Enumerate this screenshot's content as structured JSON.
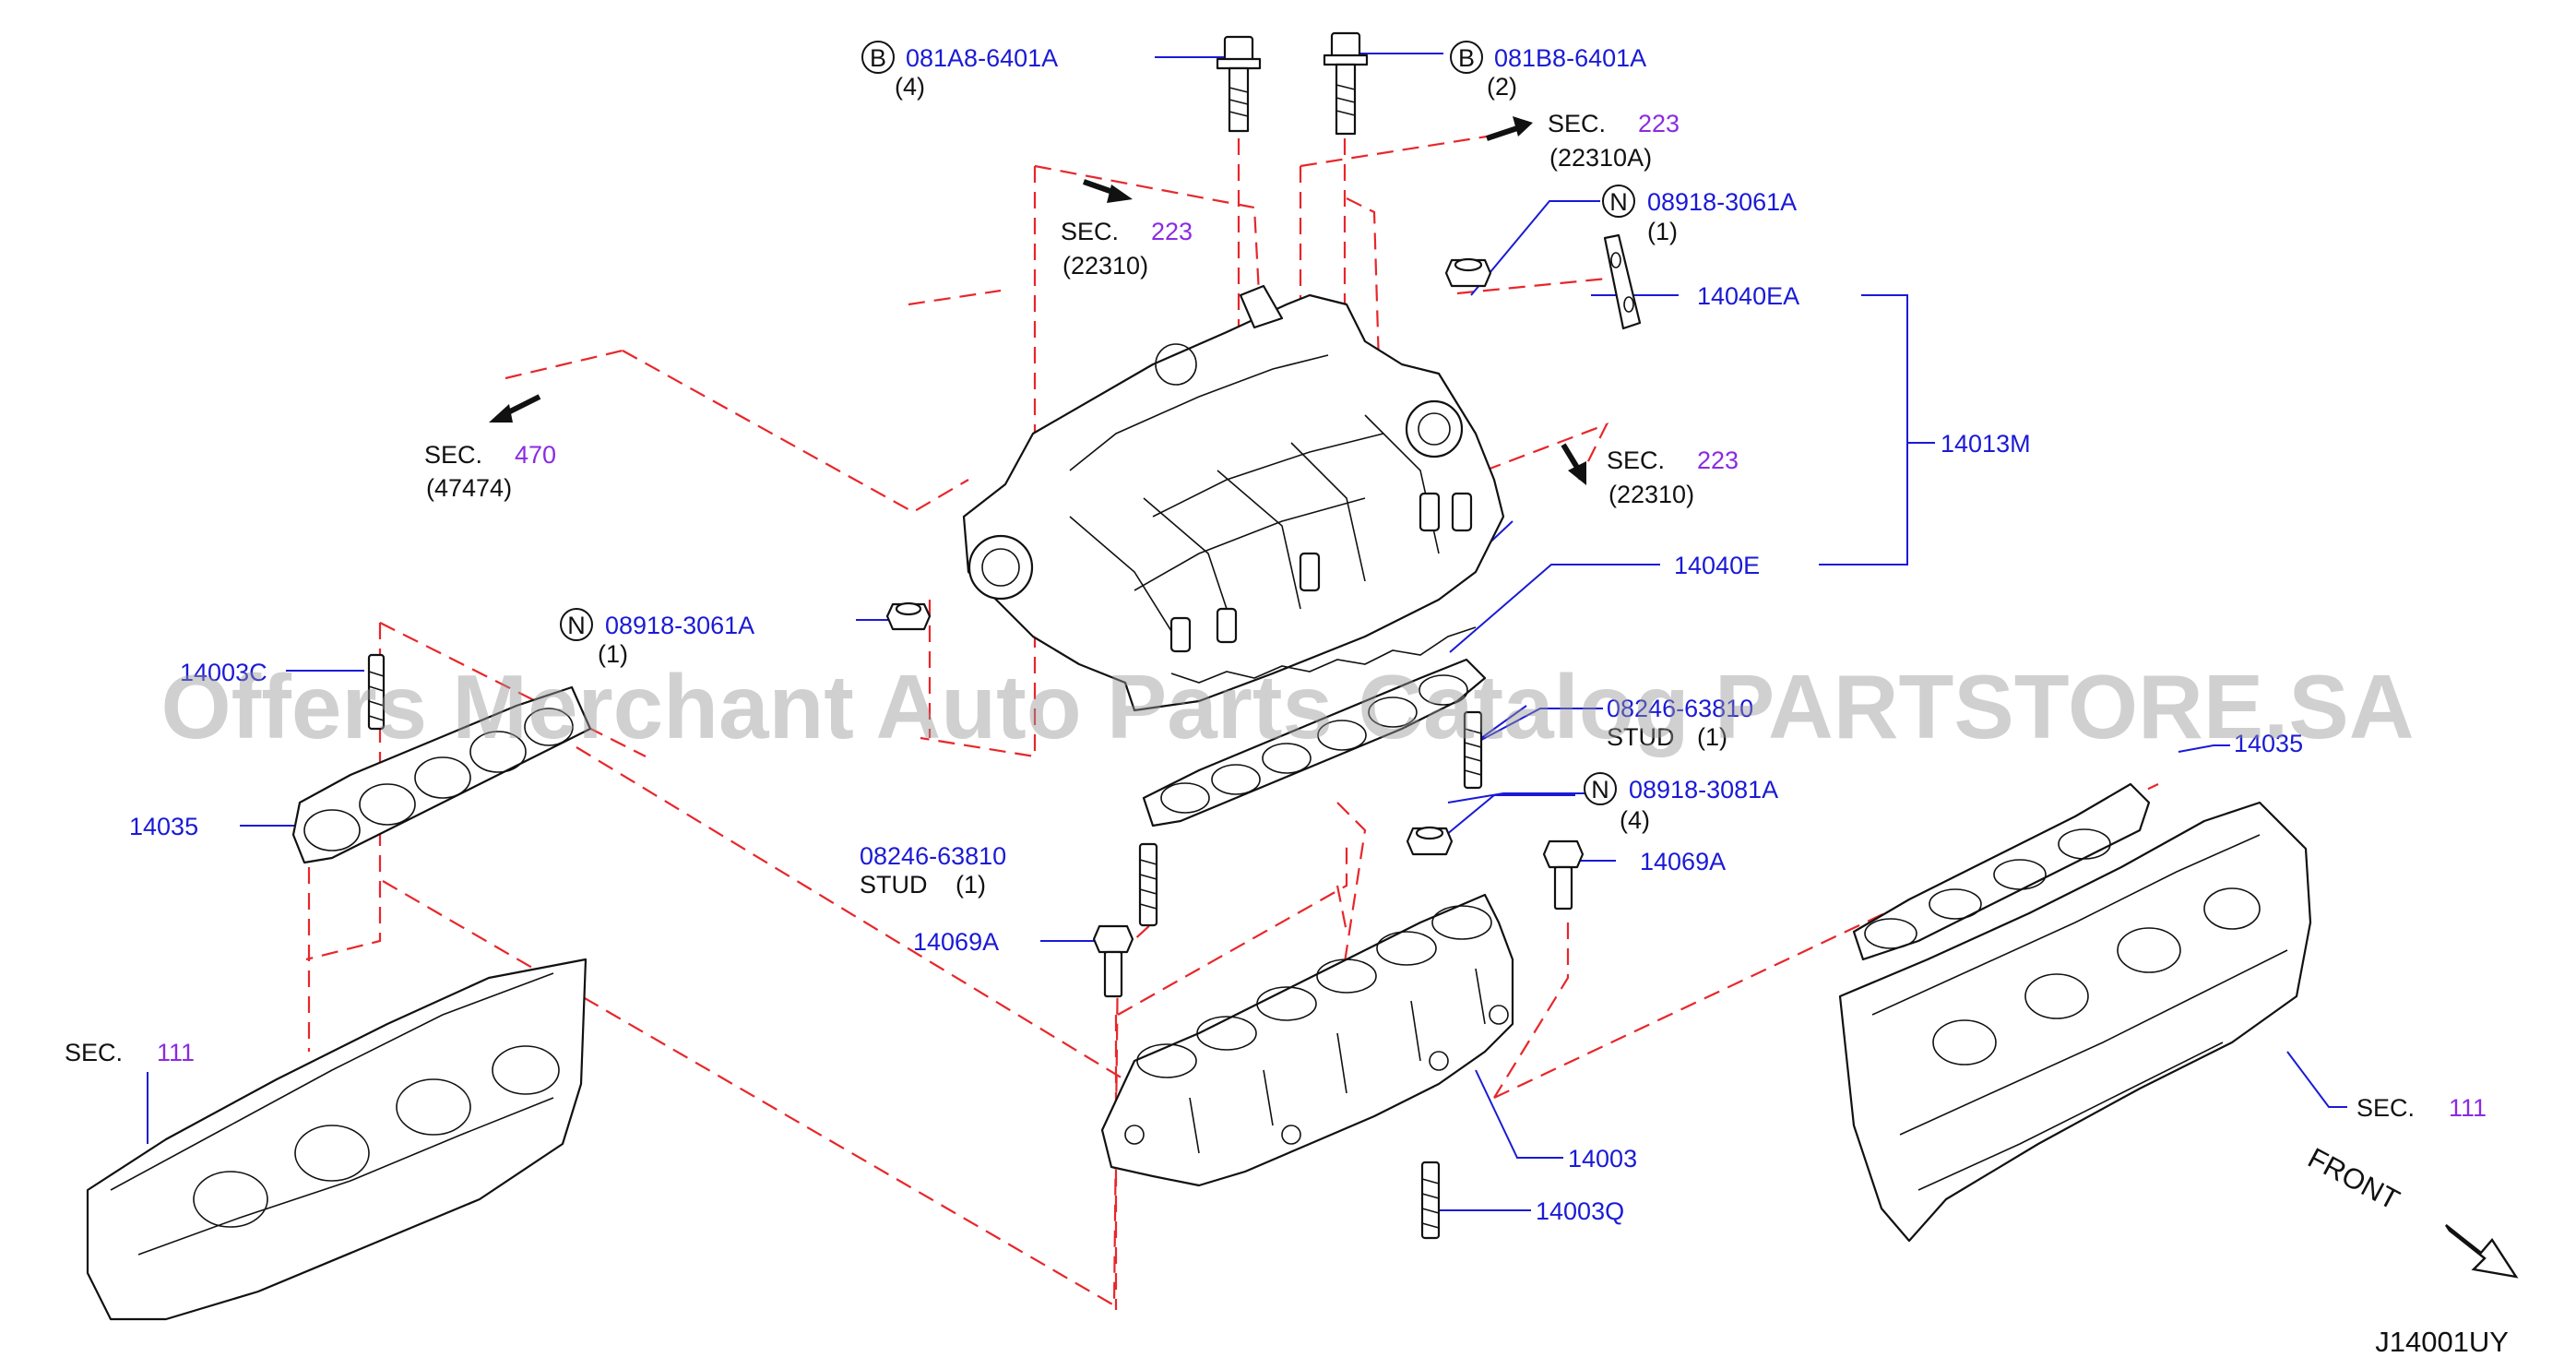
{
  "diagram": {
    "code": "J14001UY",
    "watermark": "Offers Merchant Auto Parts Catalog PARTSTORE.SA",
    "front_label": "FRONT"
  },
  "labels": {
    "bolt_b1": {
      "badge": "B",
      "part": "081A8-6401A",
      "qty": "(4)"
    },
    "bolt_b2": {
      "badge": "B",
      "part": "081B8-6401A",
      "qty": "(2)"
    },
    "sec_223_top": {
      "sec": "SEC.",
      "num": "223",
      "ref": "(22310A)"
    },
    "sec_223_mid": {
      "sec": "SEC.",
      "num": "223",
      "ref": "(22310)"
    },
    "sec_223_right": {
      "sec": "SEC.",
      "num": "223",
      "ref": "(22310)"
    },
    "sec_470": {
      "sec": "SEC.",
      "num": "470",
      "ref": "(47474)"
    },
    "nut_n1": {
      "badge": "N",
      "part": "08918-3061A",
      "qty": "(1)"
    },
    "nut_n2": {
      "badge": "N",
      "part": "08918-3061A",
      "qty": "(1)"
    },
    "nut_n3": {
      "badge": "N",
      "part": "08918-3081A",
      "qty": "(4)"
    },
    "p14040EA": "14040EA",
    "p14013M": "14013M",
    "p14040E": "14040E",
    "p14003C": "14003C",
    "p14035_left": "14035",
    "p14035_right": "14035",
    "stud_upper": {
      "part": "08246-63810",
      "stud": "STUD",
      "qty": "(1)"
    },
    "stud_lower": {
      "part": "08246-63810",
      "stud": "STUD",
      "qty": "(1)"
    },
    "p14069A_right": "14069A",
    "p14069A_left": "14069A",
    "sec_111_left": {
      "sec": "SEC.",
      "num": "111"
    },
    "sec_111_right": {
      "sec": "SEC.",
      "num": "111"
    },
    "p14003": "14003",
    "p14003Q": "14003Q"
  },
  "colors": {
    "part_number": "#1a1ad6",
    "section_number": "#8a2be2",
    "guide_line": "#e8262a",
    "text": "#111111"
  }
}
